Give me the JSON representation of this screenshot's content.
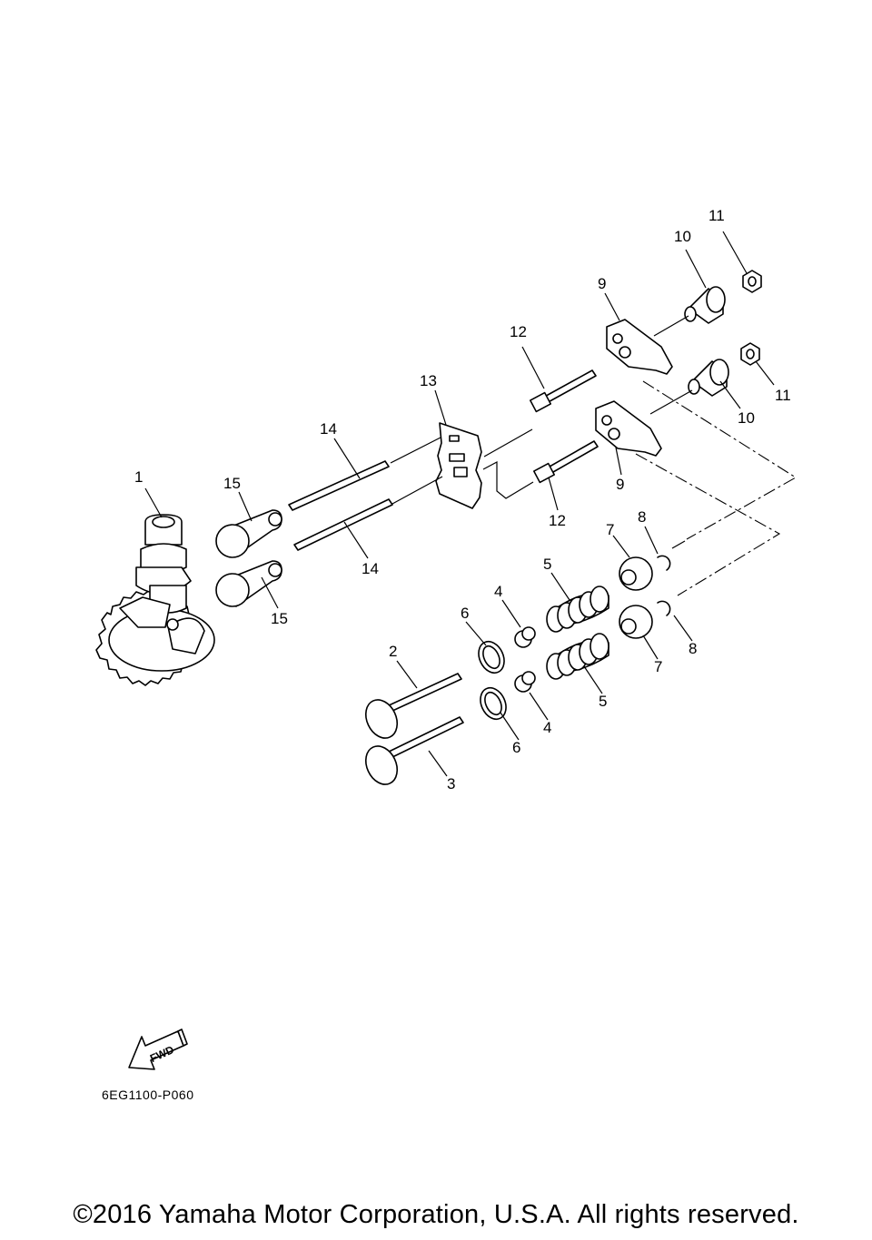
{
  "callouts": [
    "1",
    "2",
    "3",
    "4",
    "4",
    "5",
    "5",
    "6",
    "6",
    "7",
    "7",
    "8",
    "8",
    "9",
    "9",
    "10",
    "10",
    "11",
    "11",
    "12",
    "12",
    "13",
    "14",
    "14",
    "15",
    "15"
  ],
  "fwd_label": "FWD",
  "diagram_code": "6EG1100-P060",
  "copyright": "©2016 Yamaha Motor Corporation, U.S.A. All rights reserved."
}
